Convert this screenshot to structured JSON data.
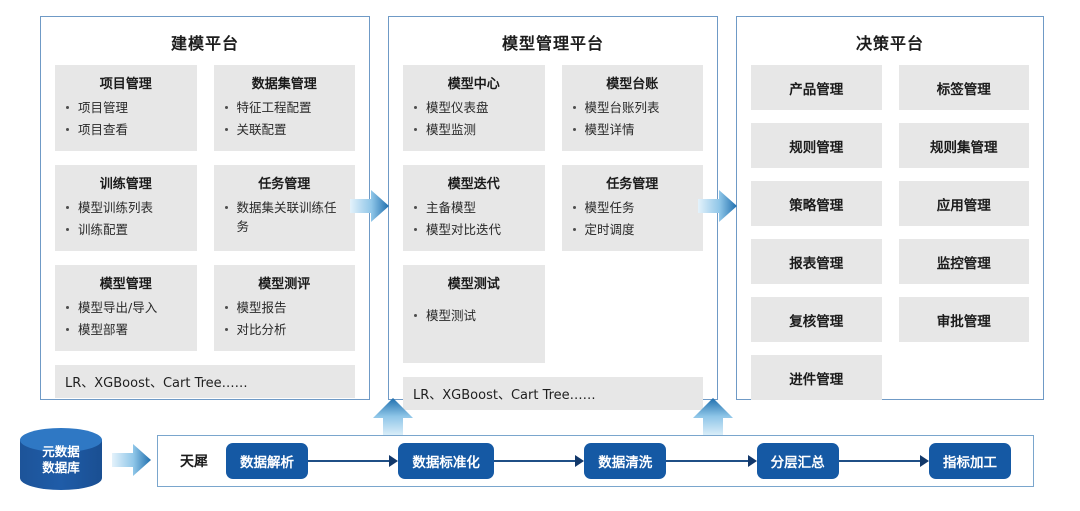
{
  "colors": {
    "panel_border": "#6f9ac6",
    "tile_bg": "#e7e7e7",
    "pill_blue": "#1559a4",
    "arrow_light": "#d8ecf9",
    "arrow_dark": "#2b7bbd",
    "cylinder_body": "#1f5ca8",
    "cylinder_top": "#2f78c4"
  },
  "platforms": [
    {
      "id": "modeling",
      "title": "建模平台",
      "rows": [
        [
          {
            "title": "项目管理",
            "items": [
              "项目管理",
              "项目查看"
            ]
          },
          {
            "title": "数据集管理",
            "items": [
              "特征工程配置",
              "关联配置"
            ]
          }
        ],
        [
          {
            "title": "训练管理",
            "items": [
              "模型训练列表",
              "训练配置"
            ]
          },
          {
            "title": "任务管理",
            "items": [
              "数据集关联训练任务"
            ]
          }
        ],
        [
          {
            "title": "模型管理",
            "items": [
              "模型导出/导入",
              "模型部署"
            ]
          },
          {
            "title": "模型测评",
            "items": [
              "模型报告",
              "对比分析"
            ]
          }
        ]
      ],
      "footer": "LR、XGBoost、Cart Tree……"
    },
    {
      "id": "model-management",
      "title": "模型管理平台",
      "rows": [
        [
          {
            "title": "模型中心",
            "items": [
              "模型仪表盘",
              "模型监测"
            ]
          },
          {
            "title": "模型台账",
            "items": [
              "模型台账列表",
              "模型详情"
            ]
          }
        ],
        [
          {
            "title": "模型迭代",
            "items": [
              "主备模型",
              "模型对比迭代"
            ]
          },
          {
            "title": "任务管理",
            "items": [
              "模型任务",
              "定时调度"
            ]
          }
        ],
        [
          {
            "title": "模型测试",
            "items": [
              "模型测试"
            ]
          },
          {
            "title": "",
            "items": []
          }
        ]
      ],
      "footer": "LR、XGBoost、Cart Tree……"
    }
  ],
  "decision_platform": {
    "title": "决策平台",
    "tiles": [
      "产品管理",
      "标签管理",
      "规则管理",
      "规则集管理",
      "策略管理",
      "应用管理",
      "报表管理",
      "监控管理",
      "复核管理",
      "审批管理",
      "进件管理"
    ]
  },
  "pipeline": {
    "source_label_line1": "元数据",
    "source_label_line2": "数据库",
    "container_label": "天犀",
    "steps": [
      "数据解析",
      "数据标准化",
      "数据清洗",
      "分层汇总",
      "指标加工"
    ]
  }
}
